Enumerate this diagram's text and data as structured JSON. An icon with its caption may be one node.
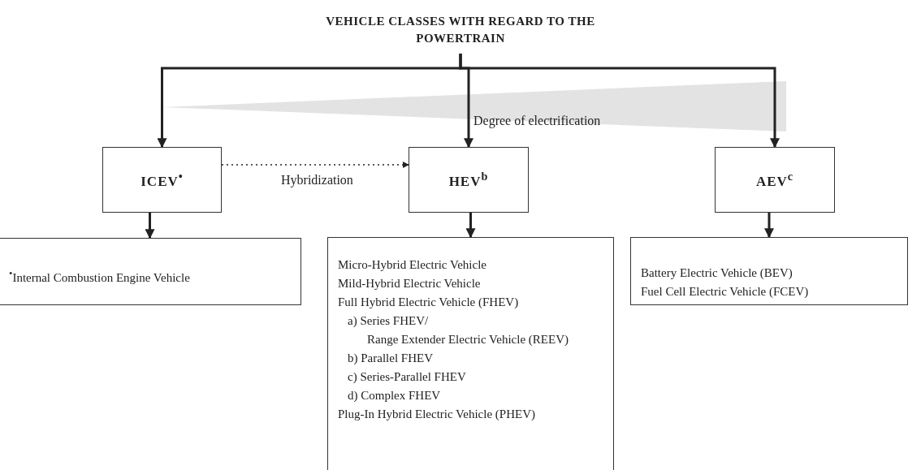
{
  "diagram": {
    "nodes": [
      {
        "text": [
          "VEHICLE CLASSES WITH REGARD TO THE POWERTRAIN"
        ]
      },
      {
        "text": [
          "ICEV$^{•}$"
        ]
      },
      {
        "text": [
          "HEV$^{b}$"
        ]
      },
      {
        "text": [
          "AEV$^{c}$"
        ]
      },
      {
        "text": [
          "$^{•}$Internal Combustion Engine Vehicle"
        ]
      },
      {
        "text": [
          "Micro-Hybrid Electric Vehicle",
          "Mild-Hybrid Electric Vehicle",
          "Full Hybrid Electric Vehicle (FHEV)",
          "a) Series FHEV/",
          "Range Extender Electric Vehicle (REEV)",
          "b) Parallel FHEV",
          "c) Series-Parallel FHEV",
          "d) Complex FHEV",
          "Plug-In Hybrid Electric Vehicle (PHEV)"
        ]
      },
      {
        "text": [
          "Battery Electric Vehicle (BEV)",
          "Fuel Cell Electric Vehicle (FCEV)"
        ]
      }
    ],
    "edges": [
      {
        "from": 0,
        "to": 1,
        "arrow": "to"
      },
      {
        "from": 0,
        "to": 2,
        "arrow": "to"
      },
      {
        "from": 0,
        "to": 3,
        "arrow": "to"
      },
      {
        "from": 1,
        "to": 2,
        "arrow": "to",
        "style": "dashed",
        "label": "Hybridization"
      },
      {
        "from": 1,
        "to": 4,
        "arrow": "to"
      },
      {
        "from": 2,
        "to": 5,
        "arrow": "to"
      },
      {
        "from": 3,
        "to": 6,
        "arrow": "to"
      }
    ],
    "labels": [
      "Degree of electrification"
    ]
  }
}
